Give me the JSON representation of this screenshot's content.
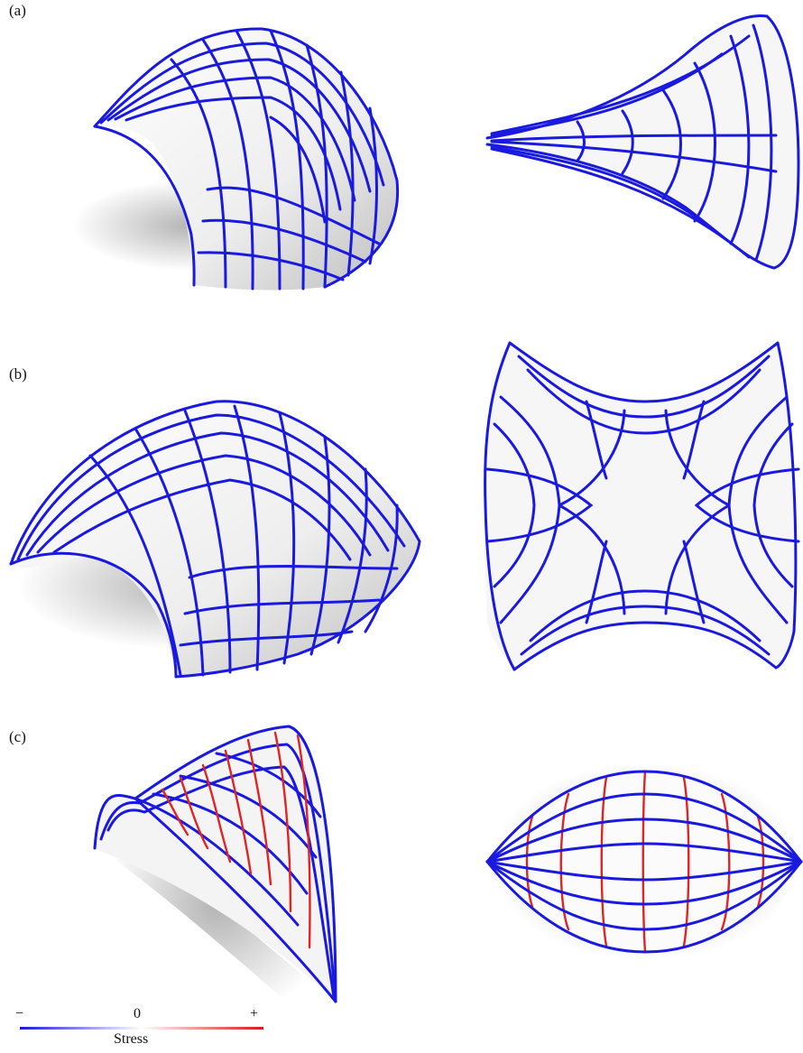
{
  "panels": [
    {
      "label": "(a)"
    },
    {
      "label": "(b)"
    },
    {
      "label": "(c)"
    }
  ],
  "legend": {
    "minus": "−",
    "zero": "0",
    "plus": "+",
    "title": "Stress",
    "colors": {
      "negative": "#1a1adf",
      "neutral": "#ffffff",
      "positive": "#d81a1a"
    }
  },
  "colors": {
    "compression": "#1a1adf",
    "tension": "#e02424",
    "surface": "#f2f2f2"
  }
}
